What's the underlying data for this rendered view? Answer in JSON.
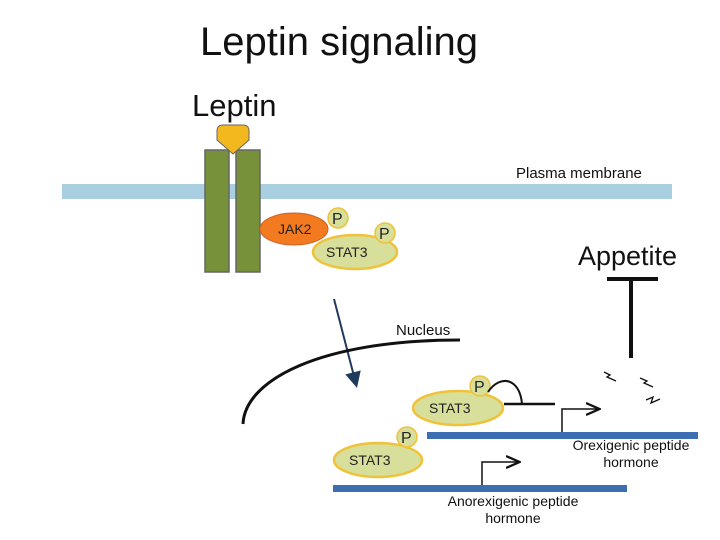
{
  "title": "Leptin signaling",
  "ligand_label": "Leptin",
  "membrane_label": "Plasma membrane",
  "appetite_label": "Appetite",
  "nucleus_label": "Nucleus",
  "kinase_label": "JAK2",
  "stat_label": "STAT3",
  "phospho_label": "P",
  "orexigenic_label": "Orexigenic peptide\nhormone",
  "anorexigenic_label": "Anorexigenic peptide\nhormone",
  "colors": {
    "membrane": "#a9cfe0",
    "receptor": "#76913a",
    "leptin": "#f3b81e",
    "jak2": "#f47a20",
    "stat3_fill": "#d7df9a",
    "stat3_stroke": "#f0c23a",
    "dna": "#3d6db3"
  }
}
